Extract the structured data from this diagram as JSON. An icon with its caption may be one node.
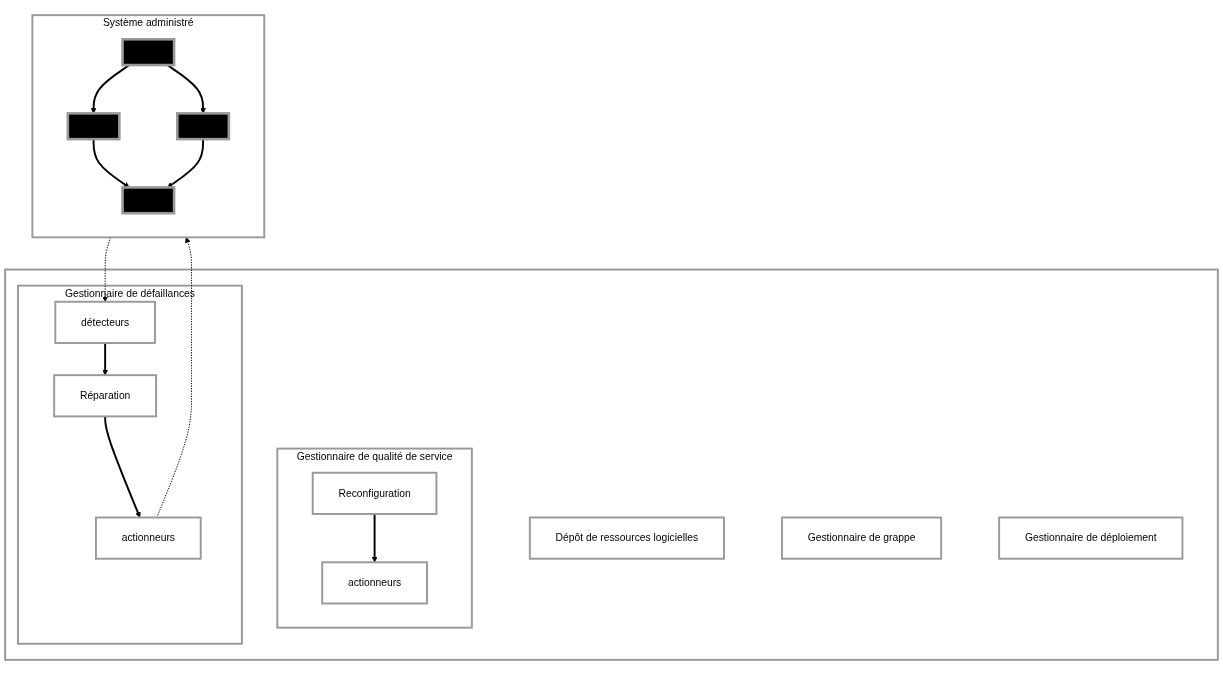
{
  "diagram": {
    "nodes": [
      {
        "text": [],
        "shape": "box"
      },
      {
        "text": [
          "Gestionnaire de qualité de service"
        ],
        "in": 0
      },
      {
        "text": [
          "Reconfiguration"
        ],
        "in": 1
      },
      {
        "text": [
          "actionneurs"
        ],
        "in": 1
      },
      {
        "text": [
          "Gestionnaire de défaillances"
        ],
        "in": 0
      },
      {
        "text": [
          "Réparation"
        ],
        "in": 4
      },
      {
        "text": [
          "détecteurs"
        ],
        "in": 4
      },
      {
        "text": [
          "actionneurs"
        ],
        "in": 4
      },
      {
        "text": [
          "Dépôt de ressources logicielles"
        ],
        "in": 0
      },
      {
        "text": [
          "Gestionnaire de grappe"
        ],
        "in": 0
      },
      {
        "text": [
          "Gestionnaire de déploiement"
        ],
        "in": 0
      },
      {
        "text": [
          "Système administré"
        ]
      },
      {
        "text": [],
        "shape": "box",
        "in": 11
      },
      {
        "text": [],
        "shape": "box",
        "in": 11
      },
      {
        "text": [],
        "shape": "box",
        "in": 11
      },
      {
        "text": [],
        "shape": "box",
        "in": 11
      }
    ],
    "edges": [
      {
        "from": 2,
        "to": 3,
        "arrow": "to"
      },
      {
        "from": 6,
        "to": 5,
        "arrow": "to"
      },
      {
        "from": 5,
        "to": 7,
        "arrow": "to"
      },
      {
        "from": 7,
        "to": 11,
        "arrow": "to",
        "style": "dashed"
      },
      {
        "from": 11,
        "to": 6,
        "arrow": "to",
        "style": "dashed"
      },
      {
        "from": 12,
        "to": 13,
        "arrow": "to"
      },
      {
        "from": 12,
        "to": 14,
        "arrow": "to"
      },
      {
        "from": 13,
        "to": 15,
        "arrow": "to"
      },
      {
        "from": 14,
        "to": 15,
        "arrow": "to"
      }
    ]
  }
}
